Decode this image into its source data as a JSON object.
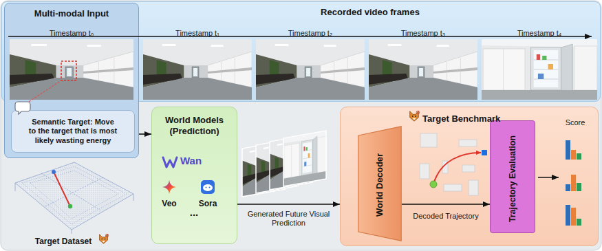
{
  "diagram": {
    "nodes": [
      {
        "text": [
          "Recorded video frames"
        ]
      },
      {
        "text": [
          "Multi-modal Input"
        ]
      },
      {
        "text": [
          "Semantic Target: Move to the target that is most likely wasting energy"
        ],
        "in": 1
      },
      {
        "text": [
          "World Models (Prediction)"
        ]
      },
      {
        "text": [
          "Target Benchmark"
        ]
      },
      {
        "text": [
          "World Decoder"
        ],
        "in": 4
      },
      {
        "text": [
          "Trajectory Evaluation"
        ],
        "in": 4
      }
    ],
    "edges": [
      {
        "from": 1,
        "to": 3,
        "arrow": "to"
      },
      {
        "from": 3,
        "to": 4,
        "label": "Generated Future Visual Prediction",
        "arrow": "to"
      },
      {
        "from": 5,
        "to": 6,
        "label": "Decoded Trajectory",
        "arrow": "to"
      }
    ],
    "labels": [
      "Timestamp t₀",
      "Timestamp t₁",
      "Timestamp t₂",
      "Timestamp t₃",
      "Timestamp t₄",
      "Target Dataset",
      "Wan",
      "Veo",
      "Sora",
      "...",
      "Score"
    ]
  }
}
